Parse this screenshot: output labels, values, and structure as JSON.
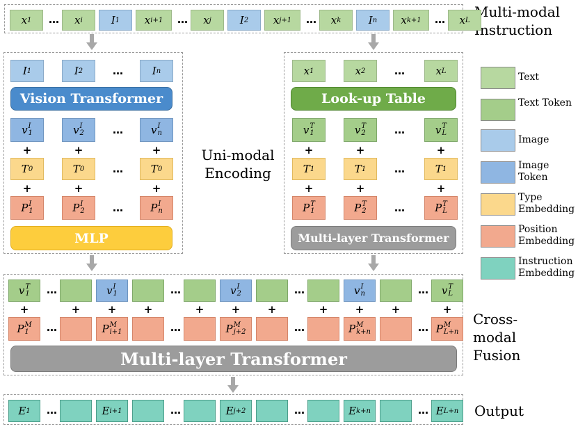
{
  "sections": {
    "instruction": "Multi-modal Instruction",
    "unimodal": "Uni-modal Encoding",
    "crossmodal": "Cross-modal Fusion",
    "output": "Output"
  },
  "modules": {
    "vision": "Vision Transformer",
    "lookup": "Look-up Table",
    "mlp": "MLP",
    "mlt_text": "Multi-layer Transformer",
    "mlt_fusion": "Multi-layer Transformer"
  },
  "legend": [
    {
      "label": "Text",
      "color": "#b7d8a0"
    },
    {
      "label": "Text Token",
      "color": "#a4cd8a"
    },
    {
      "label": "Image",
      "color": "#a9cbea"
    },
    {
      "label": "Image Token",
      "color": "#8fb6e2"
    },
    {
      "label": "Type Embedding",
      "color": "#fbd88c"
    },
    {
      "label": "Position Embedding",
      "color": "#f2a98e"
    },
    {
      "label": "Instruction Embedding",
      "color": "#7fd2bf"
    }
  ],
  "instruction_row": [
    "x_1",
    "…",
    "x_i",
    "I_1",
    "x_{i+1}",
    "…",
    "x_j",
    "I_2",
    "x_{j+1}",
    "…",
    "x_k",
    "I_n",
    "x_{k+1}",
    "…",
    "x_L"
  ],
  "image_branch": {
    "images": [
      "I_1",
      "I_2",
      "…",
      "I_n"
    ],
    "tokens": [
      "v_1^I",
      "v_2^I",
      "…",
      "v_n^I"
    ],
    "types": [
      "T_0",
      "T_0",
      "…",
      "T_0"
    ],
    "positions": [
      "P_1^I",
      "P_2^I",
      "…",
      "P_n^I"
    ]
  },
  "text_branch": {
    "texts": [
      "x_1",
      "x_2",
      "…",
      "x_L"
    ],
    "tokens": [
      "v_1^T",
      "v_2^T",
      "…",
      "v_L^T"
    ],
    "types": [
      "T_1",
      "T_1",
      "…",
      "T_1"
    ],
    "positions": [
      "P_1^T",
      "P_2^T",
      "…",
      "P_L^T"
    ]
  },
  "fusion_tokens": [
    "v_1^T",
    "…",
    "",
    "v_1^I",
    "",
    "…",
    "",
    "v_2^I",
    "",
    "…",
    "",
    "v_n^I",
    "",
    "…",
    "v_L^T"
  ],
  "fusion_positions": [
    "P_1^M",
    "…",
    "",
    "P_{i+1}^M",
    "",
    "…",
    "",
    "P_{j+2}^M",
    "",
    "…",
    "",
    "P_{k+n}^M",
    "",
    "…",
    "P_{L+n}^M"
  ],
  "output_row": [
    "E_1",
    "…",
    "",
    "E_{i+1}",
    "",
    "…",
    "",
    "E_{j+2}",
    "",
    "…",
    "",
    "E_{k+n}",
    "",
    "…",
    "E_{L+n}"
  ],
  "plus": "+"
}
